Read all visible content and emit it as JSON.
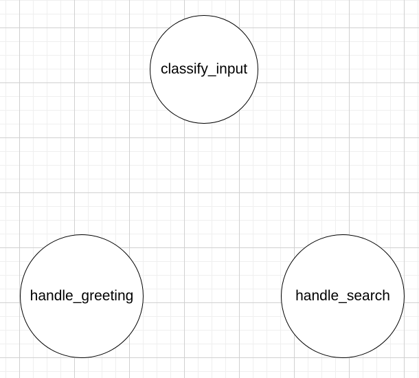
{
  "diagram": {
    "nodes": [
      {
        "id": "classify_input",
        "label": "classify_input"
      },
      {
        "id": "handle_greeting",
        "label": "handle_greeting"
      },
      {
        "id": "handle_search",
        "label": "handle_search"
      }
    ]
  }
}
